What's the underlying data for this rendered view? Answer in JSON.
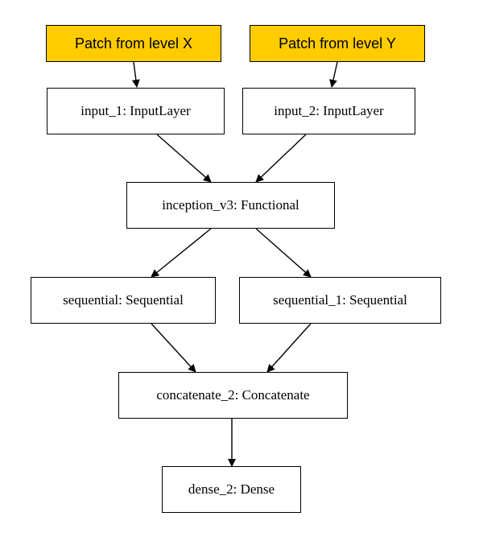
{
  "colors": {
    "note_fill": "#FFCC00",
    "node_border": "#000000",
    "edge": "#000000",
    "background": "#FFFFFF"
  },
  "notes": [
    {
      "id": "note-x",
      "label": "Patch from level X"
    },
    {
      "id": "note-y",
      "label": "Patch from level Y"
    }
  ],
  "nodes": [
    {
      "id": "input_1",
      "label": "input_1: InputLayer"
    },
    {
      "id": "input_2",
      "label": "input_2: InputLayer"
    },
    {
      "id": "inception_v3",
      "label": "inception_v3: Functional"
    },
    {
      "id": "sequential",
      "label": "sequential: Sequential"
    },
    {
      "id": "sequential_1",
      "label": "sequential_1: Sequential"
    },
    {
      "id": "concatenate_2",
      "label": "concatenate_2: Concatenate"
    },
    {
      "id": "dense_2",
      "label": "dense_2: Dense"
    }
  ],
  "edges": [
    {
      "from": "note-x",
      "to": "input_1"
    },
    {
      "from": "note-y",
      "to": "input_2"
    },
    {
      "from": "input_1",
      "to": "inception_v3"
    },
    {
      "from": "input_2",
      "to": "inception_v3"
    },
    {
      "from": "inception_v3",
      "to": "sequential"
    },
    {
      "from": "inception_v3",
      "to": "sequential_1"
    },
    {
      "from": "sequential",
      "to": "concatenate_2"
    },
    {
      "from": "sequential_1",
      "to": "concatenate_2"
    },
    {
      "from": "concatenate_2",
      "to": "dense_2"
    }
  ]
}
